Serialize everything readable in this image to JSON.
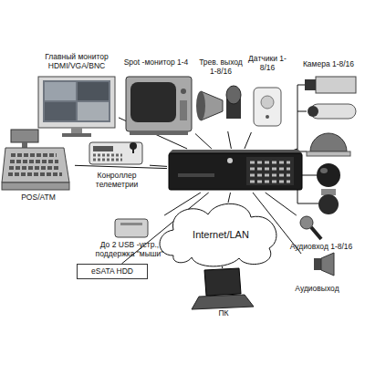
{
  "diagram": {
    "nodes": [
      {
        "text": [
          "Главный монитор HDMI/VGA/BNC"
        ]
      },
      {
        "text": [
          "Spot -монитор 1-4"
        ]
      },
      {
        "text": [
          "Трев. выход 1-8/16"
        ]
      },
      {
        "text": [
          "Датчики 1-8/16"
        ]
      },
      {
        "text": [
          "Камера 1-8/16"
        ]
      },
      {
        "text": [
          "POS/ATM"
        ]
      },
      {
        "text": [
          "Конроллер телеметрии"
        ]
      },
      {
        "text": []
      },
      {
        "text": [
          "До 2 USB -устр., поддержка \"мыши\""
        ]
      },
      {
        "text": [
          "Internet/LAN"
        ]
      },
      {
        "text": [
          "eSATA HDD"
        ]
      },
      {
        "text": [
          "ПК"
        ]
      },
      {
        "text": [
          "Аудиовход 1-8/16"
        ]
      },
      {
        "text": [
          "Аудиовыход"
        ]
      }
    ],
    "edges": [
      {
        "from": 7,
        "to": 0,
        "arrow": "none"
      },
      {
        "from": 7,
        "to": 1,
        "arrow": "none"
      },
      {
        "from": 7,
        "to": 2,
        "arrow": "none"
      },
      {
        "from": 7,
        "to": 3,
        "arrow": "none"
      },
      {
        "from": 7,
        "to": 4,
        "arrow": "none"
      },
      {
        "from": 7,
        "to": 5,
        "arrow": "none"
      },
      {
        "from": 7,
        "to": 6,
        "arrow": "none"
      },
      {
        "from": 7,
        "to": 8,
        "arrow": "none"
      },
      {
        "from": 7,
        "to": 9,
        "arrow": "none"
      },
      {
        "from": 7,
        "to": 10,
        "arrow": "none"
      },
      {
        "from": 9,
        "to": 11,
        "arrow": "none"
      },
      {
        "from": 7,
        "to": 12,
        "arrow": "none"
      },
      {
        "from": 7,
        "to": 13,
        "arrow": "none"
      }
    ]
  }
}
